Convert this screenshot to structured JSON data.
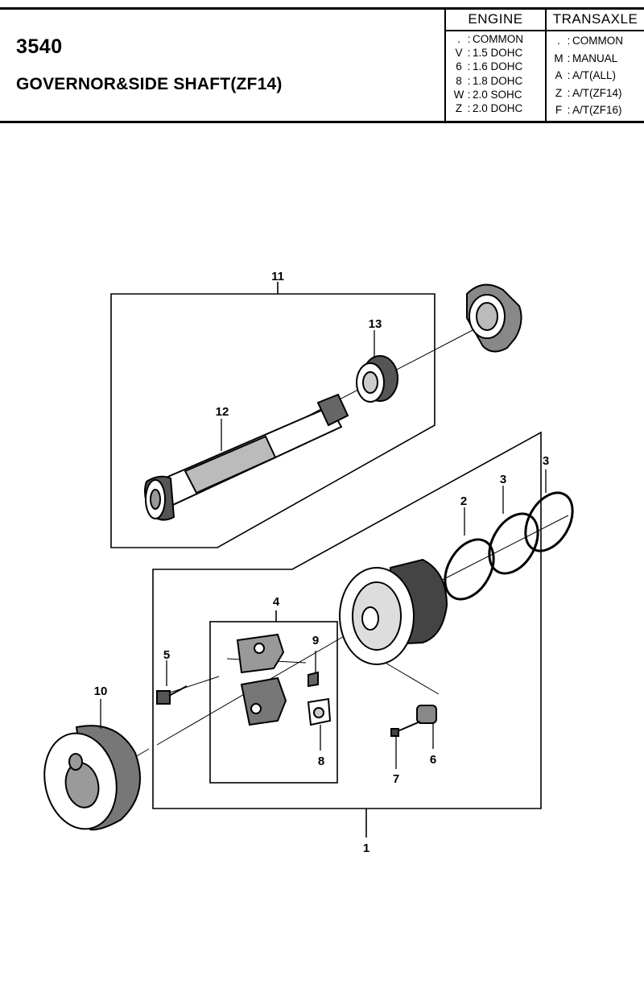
{
  "header": {
    "code": "3540",
    "title": "GOVERNOR&SIDE SHAFT(ZF14)",
    "engine": {
      "heading": "ENGINE",
      "rows": [
        {
          "key": ".",
          "value": "COMMON"
        },
        {
          "key": "V",
          "value": "1.5 DOHC"
        },
        {
          "key": "6",
          "value": "1.6 DOHC"
        },
        {
          "key": "8",
          "value": "1.8 DOHC"
        },
        {
          "key": "W",
          "value": "2.0 SOHC"
        },
        {
          "key": "Z",
          "value": "2.0 DOHC"
        }
      ]
    },
    "transaxle": {
      "heading": "TRANSAXLE",
      "rows": [
        {
          "key": ".",
          "value": "COMMON"
        },
        {
          "key": "M",
          "value": "MANUAL"
        },
        {
          "key": "A",
          "value": "A/T(ALL)"
        },
        {
          "key": "Z",
          "value": "A/T(ZF14)"
        },
        {
          "key": "F",
          "value": "A/T(ZF16)"
        }
      ]
    }
  },
  "callouts": {
    "c1": "1",
    "c2": "2",
    "c3a": "3",
    "c3b": "3",
    "c4": "4",
    "c5": "5",
    "c6": "6",
    "c7": "7",
    "c8": "8",
    "c9": "9",
    "c10": "10",
    "c11": "11",
    "c12": "12",
    "c13": "13"
  }
}
